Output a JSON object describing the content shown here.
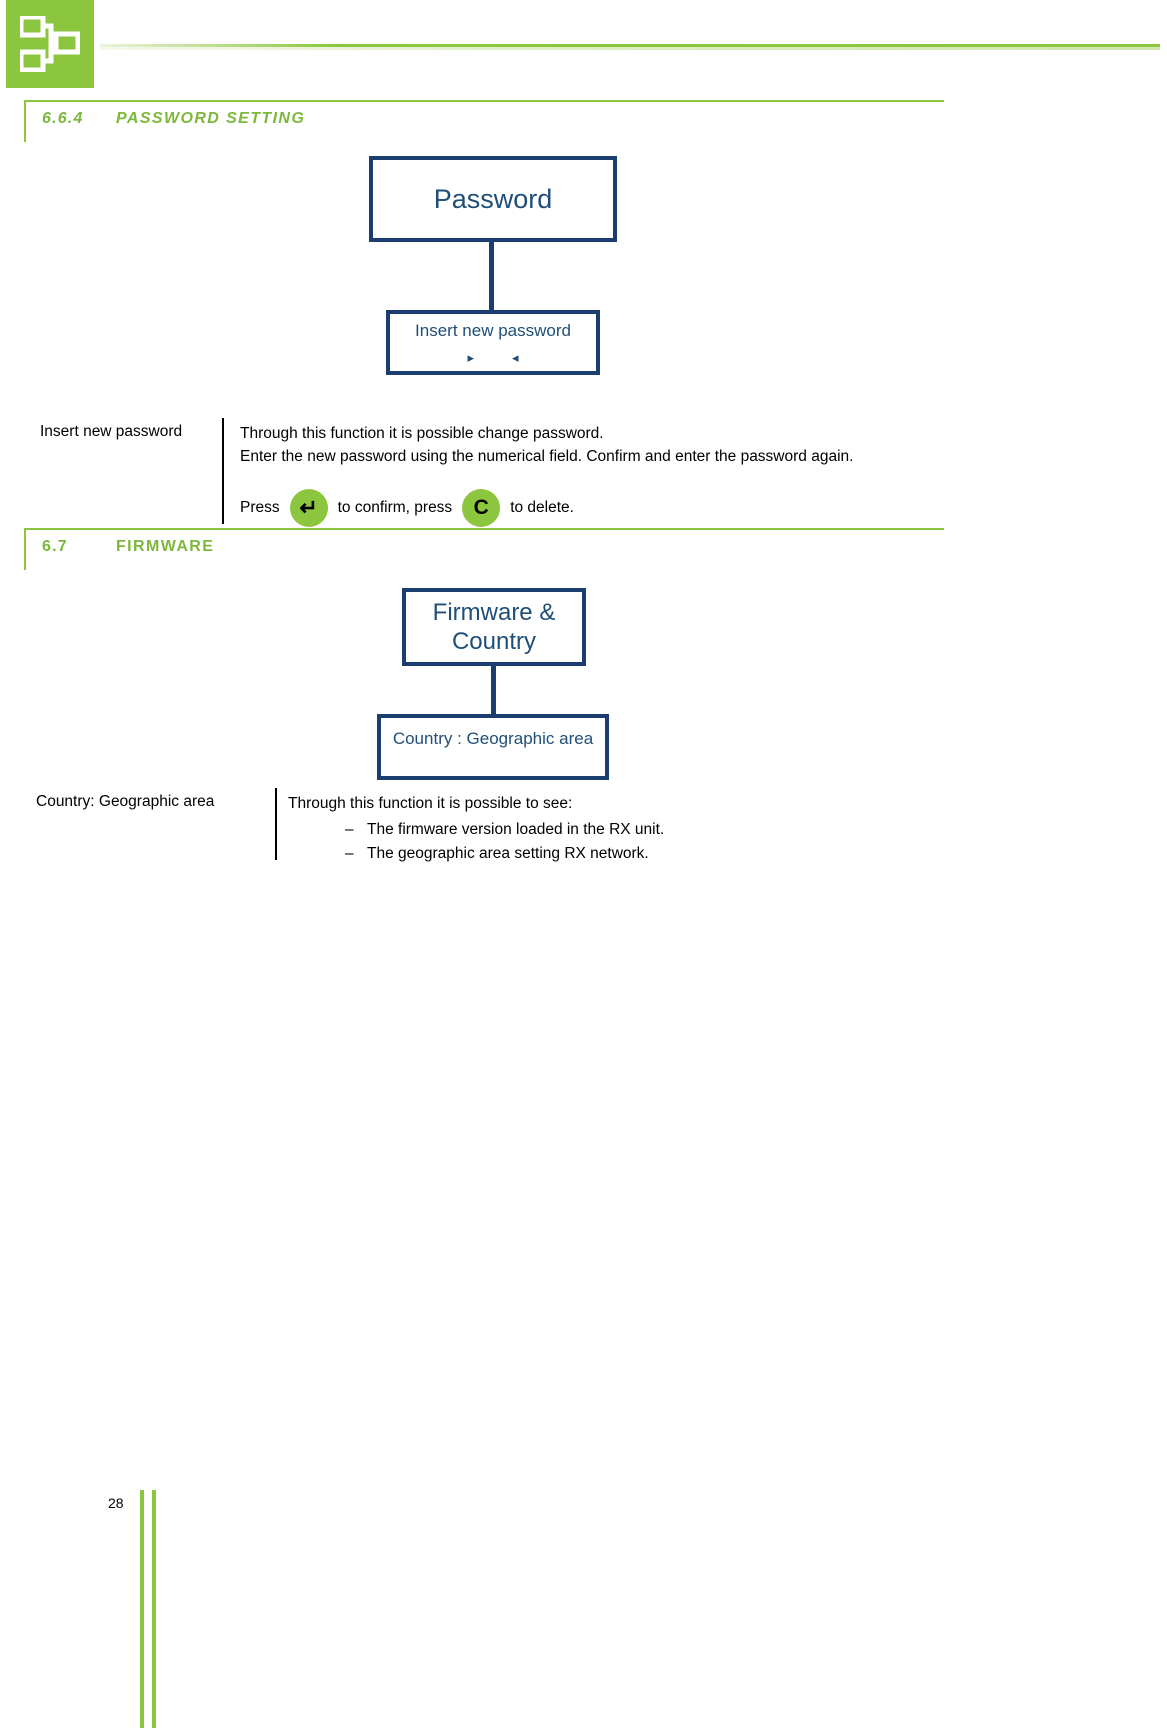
{
  "header": {
    "logo_icon": "network-tree-icon",
    "brand_color": "#8cc63e"
  },
  "sections": [
    {
      "number": "6.6.4",
      "title": "PASSWORD SETTING",
      "style": "italic"
    },
    {
      "number": "6.7",
      "title": "FIRMWARE",
      "style": "normal"
    }
  ],
  "diagram_password": {
    "root_box": "Password",
    "child_box": "Insert new password",
    "child_arrows": [
      "▸",
      "◂"
    ],
    "accent_color": "#1b3e6f",
    "text_color": "#1f4e79"
  },
  "desc_password": {
    "label": "Insert new password",
    "line1": "Through this function it is possible change password.",
    "line2": "Enter the new password using the numerical field. Confirm and enter the password again.",
    "press_prefix": "Press",
    "key_enter": "↵",
    "press_middle": "to confirm, press",
    "key_clear": "C",
    "press_suffix": "to delete."
  },
  "diagram_firmware": {
    "root_box_line1": "Firmware &",
    "root_box_line2": "Country",
    "child_box": "Country : Geographic area"
  },
  "desc_firmware": {
    "label": "Country: Geographic area",
    "intro": "Through this function it is possible to see:",
    "bullets": [
      {
        "dash": "–",
        "text": "The firmware version loaded in the RX unit."
      },
      {
        "dash": "–",
        "text": "The geographic area setting RX network."
      }
    ]
  },
  "footer": {
    "page_number": "28"
  }
}
